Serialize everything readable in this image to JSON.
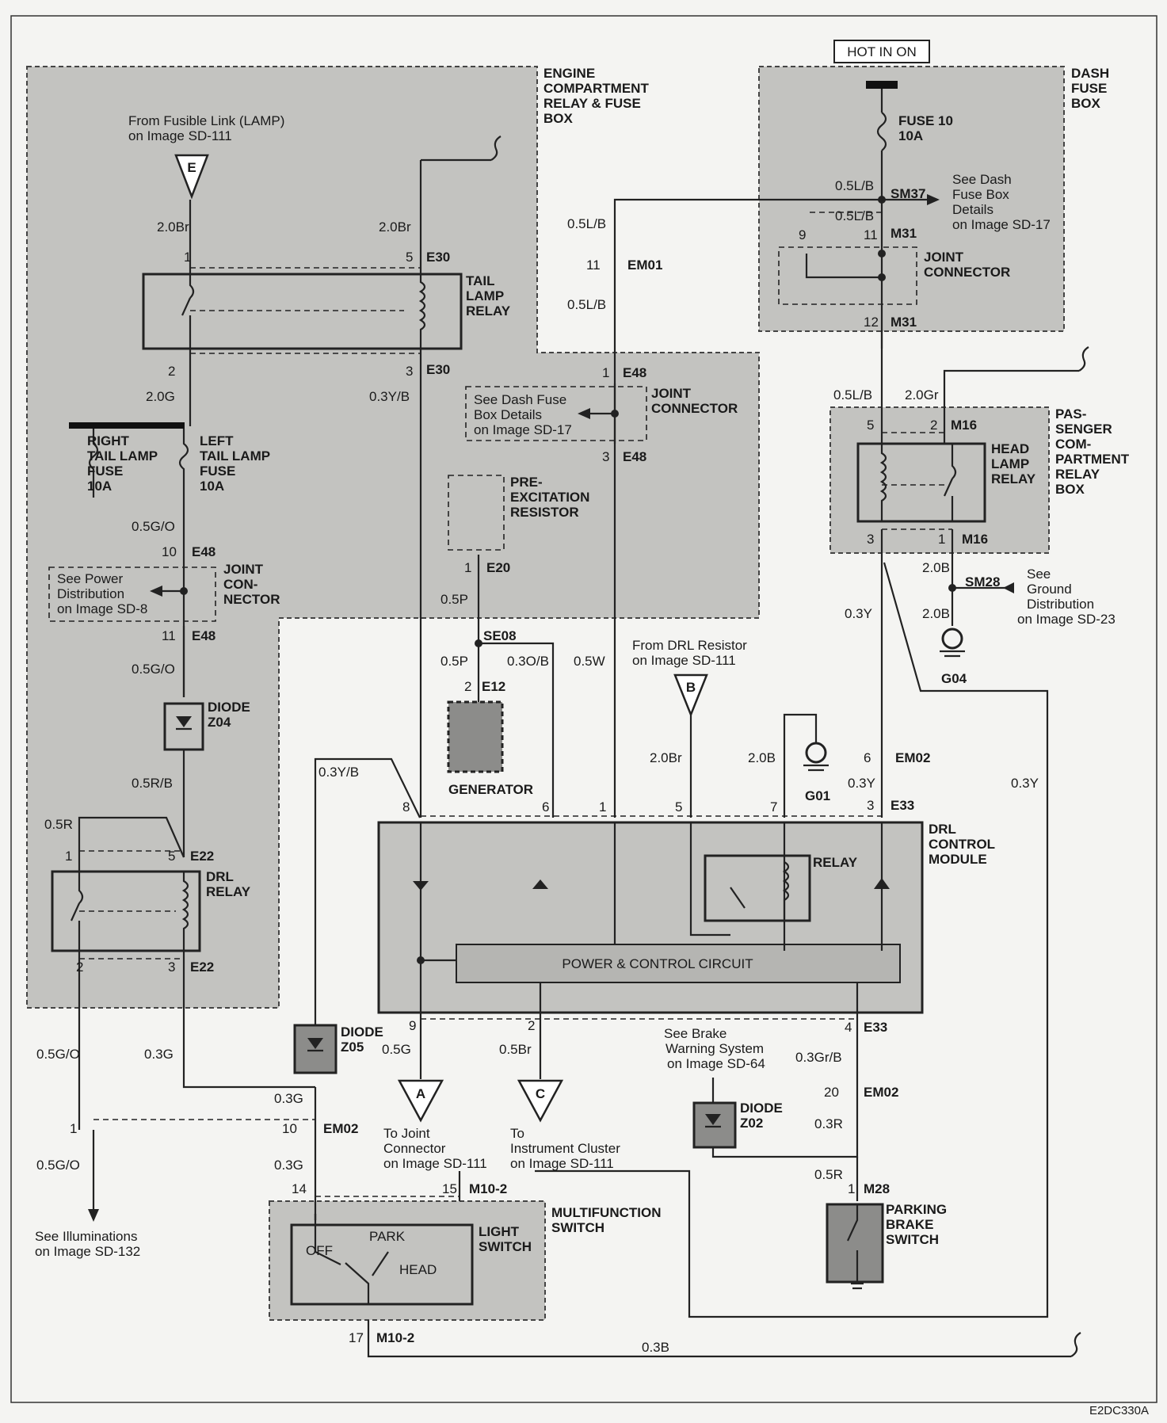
{
  "title": {
    "hot_in_on": "HOT IN ON",
    "code": "E2DC330A"
  },
  "zones": {
    "engine_box": [
      "ENGINE",
      "COMPARTMENT",
      "RELAY & FUSE",
      "BOX"
    ],
    "dash_fuse_box": [
      "DASH",
      "FUSE",
      "BOX"
    ],
    "passenger_box": [
      "PAS-",
      "SENGER",
      "COM-",
      "PARTMENT",
      "RELAY",
      "BOX"
    ]
  },
  "components": {
    "tail_lamp_relay": [
      "TAIL",
      "LAMP",
      "RELAY"
    ],
    "head_lamp_relay": [
      "HEAD",
      "LAMP",
      "RELAY"
    ],
    "drl_relay": [
      "DRL",
      "RELAY"
    ],
    "fuse10": [
      "FUSE 10",
      "10A"
    ],
    "right_tail_fuse": [
      "RIGHT",
      "TAIL LAMP",
      "FUSE",
      "10A"
    ],
    "left_tail_fuse": [
      "LEFT",
      "TAIL LAMP",
      "FUSE",
      "10A"
    ],
    "joint_connector_dash": [
      "JOINT",
      "CONNECTOR"
    ],
    "joint_connector_e48": [
      "JOINT",
      "CONNECTOR"
    ],
    "joint_connector_left": [
      "JOINT",
      "CON-",
      "NECTOR"
    ],
    "pre_excitation": [
      "PRE-",
      "EXCITATION",
      "RESISTOR"
    ],
    "generator": "GENERATOR",
    "diode_z04": [
      "DIODE",
      "Z04"
    ],
    "diode_z05": [
      "DIODE",
      "Z05"
    ],
    "diode_z02": [
      "DIODE",
      "Z02"
    ],
    "drl_module": [
      "DRL",
      "CONTROL",
      "MODULE"
    ],
    "module_relay": "RELAY",
    "power_control": "POWER & CONTROL CIRCUIT",
    "multifunction": [
      "MULTIFUNCTION",
      "SWITCH"
    ],
    "light_switch": [
      "LIGHT",
      "SWITCH"
    ],
    "light_switch_positions": {
      "off": "OFF",
      "park": "PARK",
      "head": "HEAD"
    },
    "parking_brake": [
      "PARKING",
      "BRAKE",
      "SWITCH"
    ],
    "g01": "G01",
    "g04": "G04"
  },
  "notes": {
    "fusible_link": [
      "From Fusible Link (LAMP)",
      "on Image SD-111"
    ],
    "dash_details_right": [
      "See Dash",
      "Fuse Box",
      "Details",
      "on Image SD-17"
    ],
    "dash_details_center": [
      "See Dash Fuse",
      "Box Details",
      "on Image SD-17"
    ],
    "power_dist": [
      "See Power",
      "Distribution",
      "on Image SD-8"
    ],
    "ground_dist": [
      "See",
      "Ground",
      "Distribution",
      "on Image SD-23"
    ],
    "drl_resistor": [
      "From DRL Resistor",
      "on Image SD-111"
    ],
    "brake_warning": [
      "See Brake",
      "Warning System",
      "on Image SD-64"
    ],
    "joint_connector_a": [
      "To Joint",
      "Connector",
      "on Image SD-111"
    ],
    "instrument_c": [
      "To",
      "Instrument Cluster",
      "on Image SD-111"
    ],
    "illuminations": [
      "See Illuminations",
      "on Image SD-132"
    ]
  },
  "terminals": {
    "e": "E",
    "b": "B",
    "a": "A",
    "c": "C"
  },
  "connectors": {
    "sm37": "SM37",
    "m31_11": "M31",
    "m31_12": "M31",
    "em01": "EM01",
    "e48_1": "E48",
    "e48_3": "E48",
    "e48_10": "E48",
    "e48_11": "E48",
    "e30_5": "E30",
    "e30_3": "E30",
    "e20": "E20",
    "se08": "SE08",
    "e12": "E12",
    "m16_2": "M16",
    "m16_1": "M16",
    "sm28": "SM28",
    "em02_6": "EM02",
    "e33_3": "E33",
    "e33_4": "E33",
    "em02_20": "EM02",
    "em02_10": "EM02",
    "e22_5": "E22",
    "e22_3": "E22",
    "m10_15": "M10-2",
    "m10_17": "M10-2",
    "m28": "M28"
  },
  "pins": {
    "p1": "1",
    "p2": "2",
    "p3": "3",
    "p4": "4",
    "p5": "5",
    "p6": "6",
    "p7": "7",
    "p8": "8",
    "p9": "9",
    "p10": "10",
    "p11": "11",
    "p12": "12",
    "p14": "14",
    "p15": "15",
    "p17": "17",
    "p20": "20"
  },
  "wires": {
    "w05lb": "0.5L/B",
    "w20br": "2.0Br",
    "w20g": "2.0G",
    "w03yb": "0.3Y/B",
    "w05go": "0.5G/O",
    "w05rb": "0.5R/B",
    "w05r": "0.5R",
    "w03g": "0.3G",
    "w05p": "0.5P",
    "w03ob": "0.3O/B",
    "w05w": "0.5W",
    "w20b": "2.0B",
    "w03y": "0.3Y",
    "w20gr": "2.0Gr",
    "w05g": "0.5G",
    "w05br": "0.5Br",
    "w03grb": "0.3Gr/B",
    "w03r": "0.3R",
    "w03b": "0.3B"
  }
}
